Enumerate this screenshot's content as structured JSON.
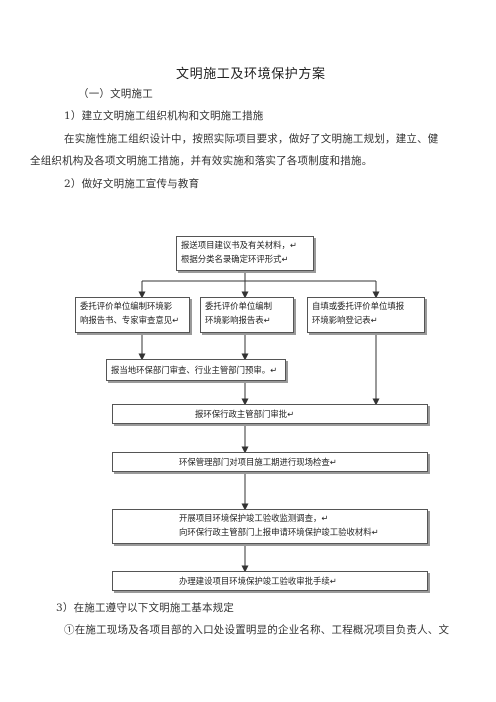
{
  "doc": {
    "title": "文明施工及环境保护方案",
    "section": "（一）文明施工",
    "item1": "1）建立文明施工组织机构和文明施工措施",
    "para1_line1": "在实施性施工组织设计中，按照实际项目要求，做好了文明施工规划，建立、健",
    "para1_line2": "全组织机构及各项文明施工措施，并有效实施和落实了各项制度和措施。",
    "item2": "2）做好文明施工宣传与教育",
    "item3": "3）在施工遵守以下文明施工基本规定",
    "para2_line1": "①在施工现场及各项目部的入口处设置明显的企业名称、工程概况项目负责人、文"
  },
  "flow": {
    "box1": [
      "报送项目建议书及有关材料，↵",
      "根据分类名录确定环评形式↵"
    ],
    "box2": [
      "委托评价单位编制环境影",
      "响报告书、专家审查意见↵"
    ],
    "box3": [
      "委托评价单位编制",
      "环境影响报告表↵"
    ],
    "box4": [
      "自填或委托评价单位填报",
      "环境影响登记表↵"
    ],
    "box5": [
      "报当地环保部门审查、行业主管部门预审。↵"
    ],
    "box6": [
      "报环保行政主管部门审批↵"
    ],
    "box7": [
      "环保管理部门对项目施工期进行现场检查↵"
    ],
    "box8": [
      "开展项目环境保护竣工验收监测调查，↵",
      "向环保行政主管部门上报申请环境保护竣工验收材料↵"
    ],
    "box9": [
      "办理建设项目环境保护竣工验收审批手续↵"
    ]
  }
}
